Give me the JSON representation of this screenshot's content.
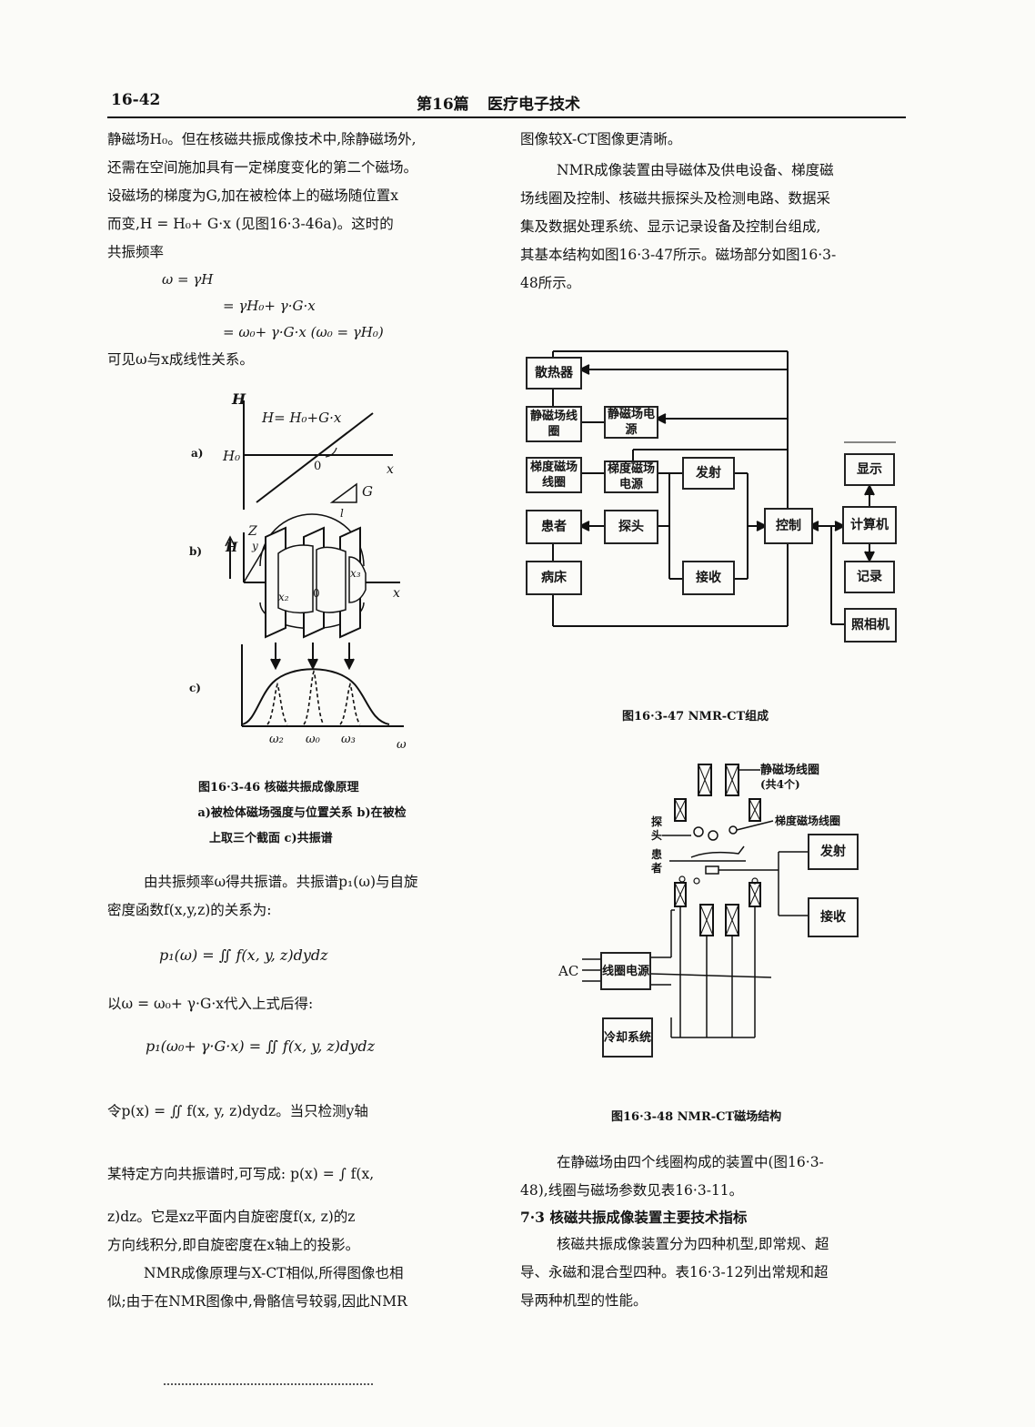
{
  "header": {
    "page_no": "16-42",
    "chapter": "第16篇",
    "section_title": "医疗电子技术"
  },
  "left": {
    "p1_lines": [
      "静磁场H₀。但在核磁共振成像技术中,除静磁场外,",
      "还需在空间施加具有一定梯度变化的第二个磁场。",
      "设磁场的梯度为G,加在被检体上的磁场随位置x",
      "而变,H = H₀+ G·x (见图16·3-46a)。这时的",
      "共振频率"
    ],
    "eq1": "ω = γH",
    "eq2": "= γH₀+ γ·G·x",
    "eq3": "= ω₀+ γ·G·x  (ω₀ = γH₀)",
    "p2": "可见ω与x成线性关系。",
    "fig46_caption": "图16·3-46   核磁共振成像原理",
    "fig46_sub1": "a)被检体磁场强度与位置关系   b)在被检",
    "fig46_sub2": "上取三个截面   c)共振谱",
    "p3_lines": [
      "由共振频率ω得共振谱。共振谱p₁(ω)与自旋",
      "密度函数f(x,y,z)的关系为:"
    ],
    "eq4": "p₁(ω) = ∬ f(x, y, z)dydz",
    "p4": "以ω = ω₀+ γ·G·x代入上式后得:",
    "eq5": "p₁(ω₀+ γ·G·x) = ∬ f(x, y, z)dydz",
    "p5": "令p(x) = ∬ f(x, y, z)dydz。当只检测y轴",
    "p6": "某特定方向共振谱时,可写成: p(x) = ∫ f(x,",
    "p7_lines": [
      "z)dz。它是xz平面内自旋密度f(x, z)的z",
      "方向线积分,即自旋密度在x轴上的投影。"
    ],
    "p8_lines": [
      "NMR成像原理与X-CT相似,所得图像也相",
      "似;由于在NMR图像中,骨骼信号较弱,因此NMR"
    ]
  },
  "fig46": {
    "label_a": "a)",
    "label_b": "b)",
    "label_c": "c)",
    "H_axis": "H",
    "x_axis": "x",
    "H0": "H₀",
    "origin": "0",
    "line_eq": "H= H₀+G·x",
    "G": "G",
    "l": "l",
    "Z": "Z",
    "y": "y",
    "H_b": "H",
    "x2": "x₂",
    "x3": "x₃",
    "zero_b": "0",
    "x_b": "x",
    "w2": "ω₂",
    "w0": "ω₀",
    "w3": "ω₃",
    "w_axis": "ω"
  },
  "right": {
    "p1": "图像较X-CT图像更清晰。",
    "p2_lines": [
      "NMR成像装置由导磁体及供电设备、梯度磁",
      "场线圈及控制、核磁共振探头及检测电路、数据采",
      "集及数据处理系统、显示记录设备及控制台组成,",
      "其基本结构如图16·3-47所示。磁场部分如图16·3-",
      "48所示。"
    ],
    "fig47_caption": "图16·3-47   NMR-CT组成",
    "fig48_caption": "图16·3-48   NMR-CT磁场结构",
    "p3_lines": [
      "在静磁场由四个线圈构成的装置中(图16·3-",
      "48),线圈与磁场参数见表16·3-11。"
    ],
    "section_title": "7·3   核磁共振成像装置主要技术指标",
    "p4_lines": [
      "核磁共振成像装置分为四种机型,即常规、超",
      "导、永磁和混合型四种。表16·3-12列出常规和超",
      "导两种机型的性能。"
    ]
  },
  "fig47": {
    "radiator": "散热器",
    "static_coil": "静磁场线圈",
    "static_psu": "静磁场电源",
    "grad_coil": "梯度磁场线圈",
    "grad_psu": "梯度磁场电源",
    "transmit": "发射",
    "receive": "接收",
    "patient": "患者",
    "probe": "探头",
    "bed": "病床",
    "control": "控制",
    "computer": "计算机",
    "display": "显示",
    "record": "记录",
    "camera": "照相机"
  },
  "fig48": {
    "static_coils": "静磁场线圈",
    "count": "(共4个)",
    "grad_coils": "梯度磁场线圈",
    "probe": "探头",
    "patient": "患者",
    "transmit": "发射",
    "receive": "接收",
    "ac": "AC",
    "coil_psu": "线圈电源",
    "cooling": "冷却系统"
  }
}
